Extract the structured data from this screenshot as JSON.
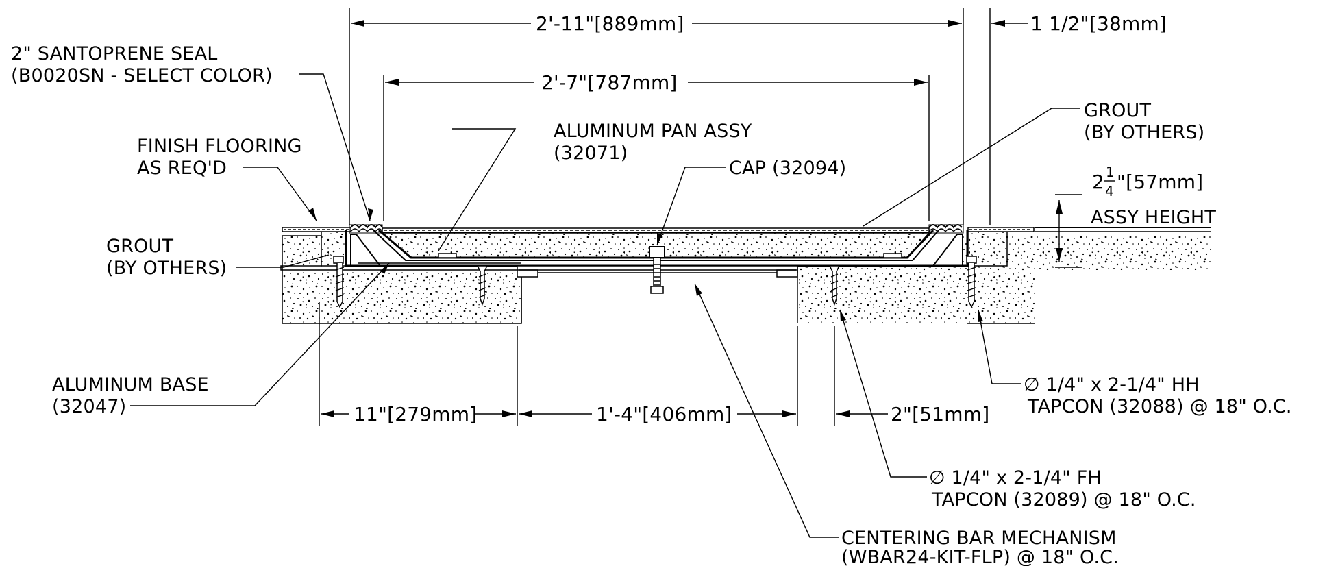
{
  "dimensions": {
    "overall": "2'-11\"[889mm]",
    "opening": "2'-7\"[787mm]",
    "flange": "1 1/2\"[38mm]",
    "assy_height_value": "2",
    "assy_height_num": "1",
    "assy_height_den": "4",
    "assy_height_rest": "\"[57mm]",
    "assy_height_label": "ASSY HEIGHT",
    "left_block": "11\"[279mm]",
    "center_gap": "1'-4\"[406mm]",
    "right_block": "2\"[51mm]"
  },
  "callouts": {
    "seal_line1": "2\" SANTOPRENE SEAL",
    "seal_line2": "(B0020SN - SELECT COLOR)",
    "finish_line1": "FINISH FLOORING",
    "finish_line2": "AS REQ'D",
    "grout_left_line1": "GROUT",
    "grout_left_line2": "(BY OTHERS)",
    "pan_line1": "ALUMINUM PAN ASSY",
    "pan_line2": "(32071)",
    "cap": "CAP (32094)",
    "grout_right_line1": "GROUT",
    "grout_right_line2": "(BY OTHERS)",
    "base_line1": "ALUMINUM BASE",
    "base_line2": "(32047)",
    "tapcon_hh_line1": "∅ 1/4\" x 2-1/4\" HH",
    "tapcon_hh_line2": "TAPCON (32088) @ 18\" O.C.",
    "tapcon_fh_line1": "∅ 1/4\" x 2-1/4\" FH",
    "tapcon_fh_line2": "TAPCON (32089) @ 18\" O.C.",
    "centering_line1": "CENTERING BAR MECHANISM",
    "centering_line2": "(WBAR24-KIT-FLP) @ 18\" O.C."
  }
}
